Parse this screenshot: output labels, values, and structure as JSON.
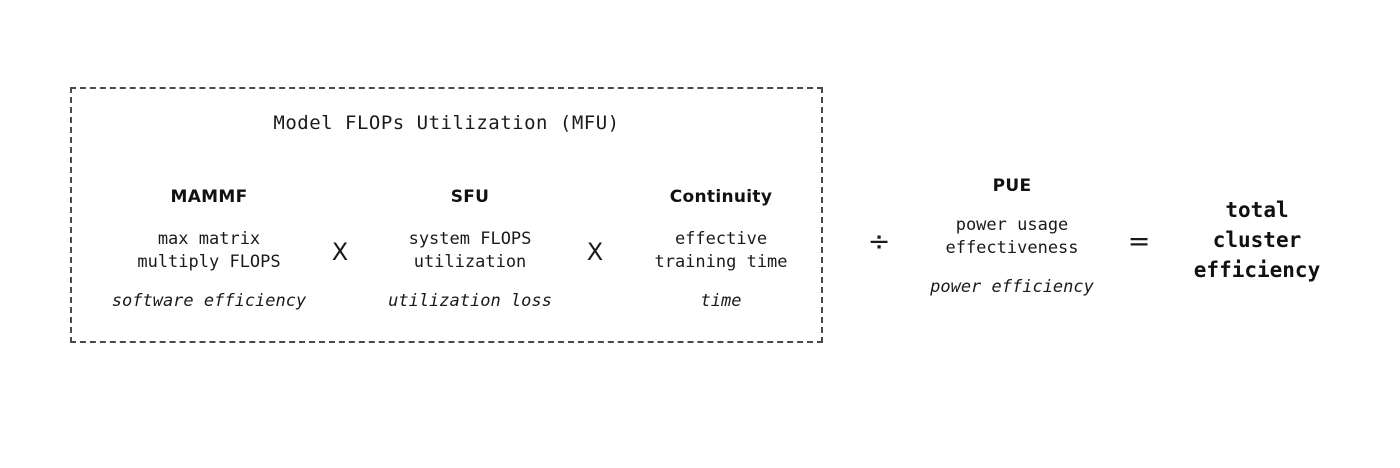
{
  "diagram": {
    "group_box": {
      "title": "Model FLOPs Utilization (MFU)",
      "border_style": "dashed",
      "border_color": "#4a4a4a"
    },
    "factors": [
      {
        "id": "mammf",
        "head": "MAMMF",
        "body_line1": "max matrix",
        "body_line2": "multiply FLOPS",
        "note": "software efficiency"
      },
      {
        "id": "sfu",
        "head": "SFU",
        "body_line1": "system FLOPS",
        "body_line2": "utilization",
        "note": "utilization loss"
      },
      {
        "id": "continuity",
        "head": "Continuity",
        "body_line1": "effective",
        "body_line2": "training time",
        "note": "time"
      },
      {
        "id": "pue",
        "head": "PUE",
        "body_line1": "power usage",
        "body_line2": "effectiveness",
        "note": "power efficiency"
      }
    ],
    "operators": {
      "times_1": "X",
      "times_2": "X",
      "divide": "÷",
      "equals": "="
    },
    "result": {
      "line1": "total",
      "line2": "cluster",
      "line3": "efficiency"
    },
    "colors": {
      "background": "#ffffff",
      "text": "#1a1a1a",
      "heading": "#111111"
    }
  }
}
